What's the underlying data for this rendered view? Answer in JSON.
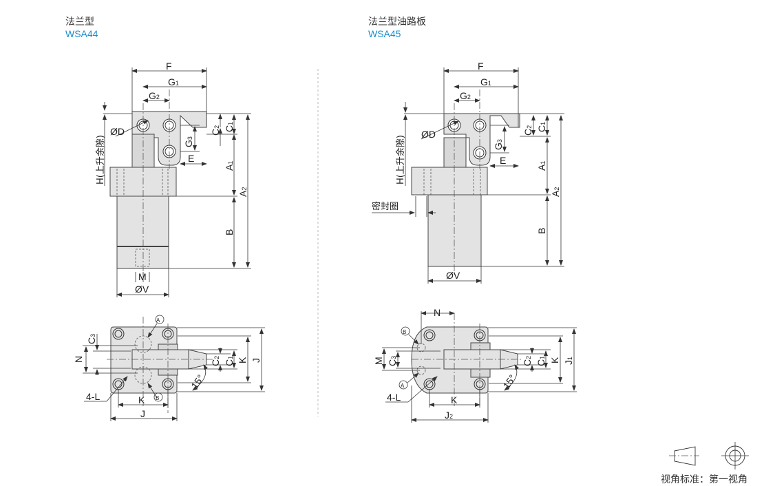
{
  "left_model": {
    "type_name": "法兰型",
    "code": "WSA44"
  },
  "right_model": {
    "type_name": "法兰型油路板",
    "code": "WSA45"
  },
  "dimension_labels": {
    "F": "F",
    "G1": "G",
    "G1_sub": "1",
    "G2": "G",
    "G2_sub": "2",
    "G3": "G",
    "G3_sub": "3",
    "C1": "C",
    "C1_sub": "1",
    "C2": "C",
    "C2_sub": "2",
    "C3": "C",
    "C3_sub": "3",
    "A1": "A",
    "A1_sub": "1",
    "A2": "A",
    "A2_sub": "2",
    "B": "B",
    "E": "E",
    "D": "ØD",
    "V": "ØV",
    "M": "M",
    "H": "H(上升余隙)",
    "N": "N",
    "K": "K",
    "J": "J",
    "J1": "J",
    "J1_sub": "1",
    "J2": "J",
    "J2_sub": "2",
    "L": "4-L",
    "angle": "15°",
    "port_a": "A",
    "port_b": "B",
    "seal": "密封圈"
  },
  "footer": {
    "projection_label": "视角标准：第一视角"
  }
}
